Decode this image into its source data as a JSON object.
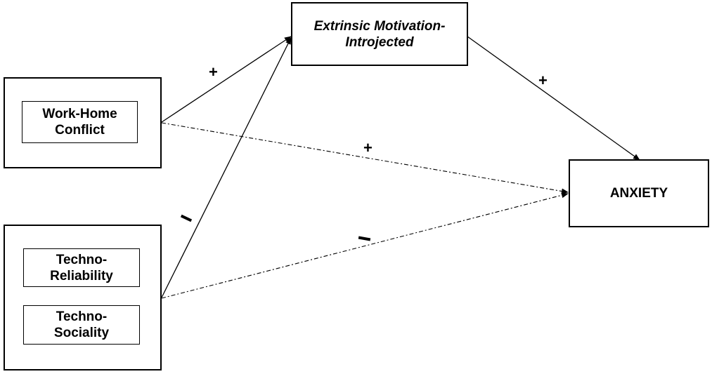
{
  "nodes": {
    "work_home_conflict": {
      "label": "Work-Home\nConflict"
    },
    "techno_reliability": {
      "label": "Techno-\nReliability"
    },
    "techno_sociality": {
      "label": "Techno-\nSociality"
    },
    "extrinsic_motivation": {
      "label": "Extrinsic Motivation-\nIntrojected"
    },
    "anxiety": {
      "label": "ANXIETY"
    }
  },
  "edges": [
    {
      "from": "work_home_conflict",
      "to": "extrinsic_motivation",
      "sign": "+",
      "style": "solid"
    },
    {
      "from": "techno",
      "to": "extrinsic_motivation",
      "sign": "−",
      "style": "solid"
    },
    {
      "from": "extrinsic_motivation",
      "to": "anxiety",
      "sign": "+",
      "style": "solid"
    },
    {
      "from": "work_home_conflict",
      "to": "anxiety",
      "sign": "+",
      "style": "dash-dot"
    },
    {
      "from": "techno",
      "to": "anxiety",
      "sign": "−",
      "style": "dash-dot"
    }
  ],
  "colors": {
    "line": "#000000",
    "background": "#ffffff"
  }
}
